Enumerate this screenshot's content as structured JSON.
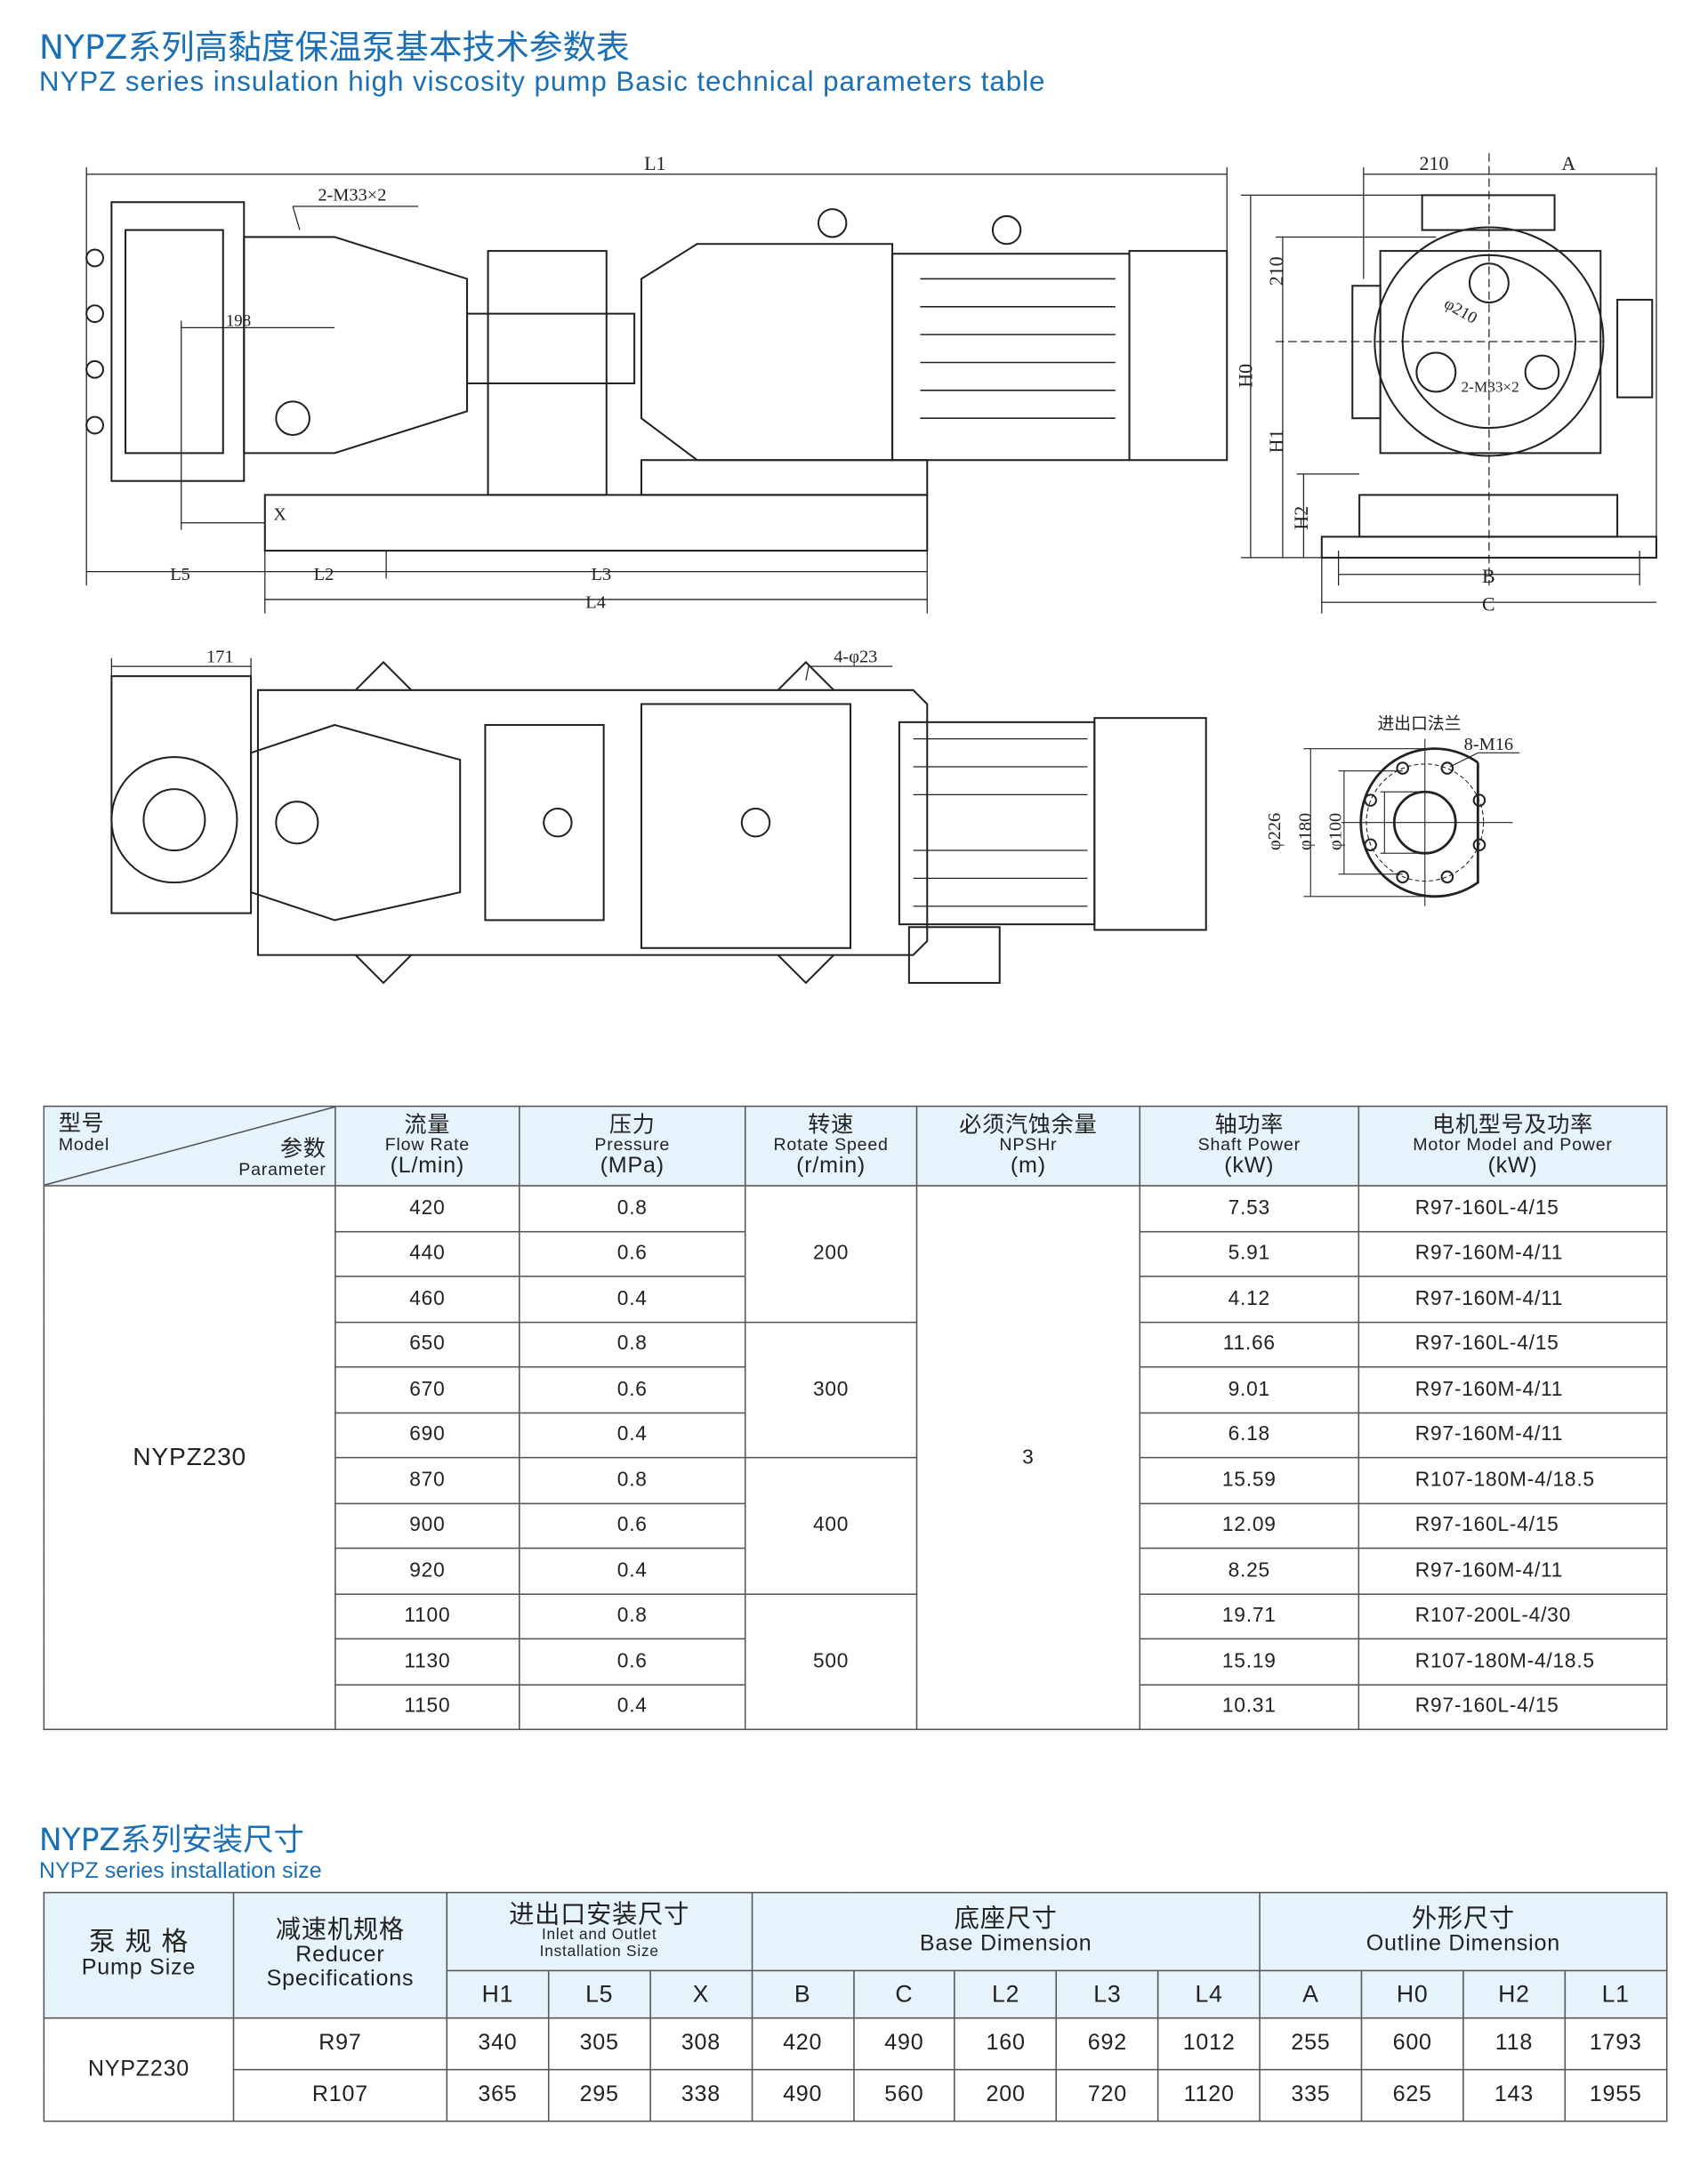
{
  "header": {
    "title_cn": "NYPZ系列高黏度保温泵基本技术参数表",
    "title_en": "NYPZ series insulation high viscosity pump Basic technical parameters table"
  },
  "drawing": {
    "side": {
      "L1": "L1",
      "thread": "2-M33×2",
      "d198": "198",
      "X": "X",
      "L5": "L5",
      "L2": "L2",
      "L3": "L3",
      "L4": "L4"
    },
    "front": {
      "d210a": "210",
      "A": "A",
      "d210b": "210",
      "H0": "H0",
      "H1": "H1",
      "H2": "H2",
      "phi210": "φ210",
      "thread": "2-M33×2",
      "B": "B",
      "C": "C"
    },
    "top": {
      "d171": "171",
      "holes": "4-φ23"
    },
    "flange": {
      "title": "进出口法兰",
      "bolts": "8-M16",
      "phi226": "φ226",
      "phi180": "φ180",
      "phi100": "φ100"
    }
  },
  "params_table": {
    "headers": {
      "model_cn": "型号",
      "model_en": "Model",
      "param_cn": "参数",
      "param_en": "Parameter",
      "flow_cn": "流量",
      "flow_en": "Flow Rate",
      "flow_u": "(L/min)",
      "press_cn": "压力",
      "press_en": "Pressure",
      "press_u": "(MPa)",
      "speed_cn": "转速",
      "speed_en": "Rotate Speed",
      "speed_u": "(r/min)",
      "npsh_cn": "必须汽蚀余量",
      "npsh_en": "NPSHr",
      "npsh_u": "(m)",
      "shaft_cn": "轴功率",
      "shaft_en": "Shaft Power",
      "shaft_u": "(kW)",
      "motor_cn": "电机型号及功率",
      "motor_en": "Motor  Model and Power",
      "motor_u": "(kW)"
    },
    "model": "NYPZ230",
    "npshr": "3",
    "speeds": [
      "200",
      "300",
      "400",
      "500"
    ],
    "rows": [
      {
        "flow": "420",
        "pressure": "0.8",
        "shaft": "7.53",
        "motor": "R97-160L-4/15"
      },
      {
        "flow": "440",
        "pressure": "0.6",
        "shaft": "5.91",
        "motor": "R97-160M-4/11"
      },
      {
        "flow": "460",
        "pressure": "0.4",
        "shaft": "4.12",
        "motor": "R97-160M-4/11"
      },
      {
        "flow": "650",
        "pressure": "0.8",
        "shaft": "11.66",
        "motor": "R97-160L-4/15"
      },
      {
        "flow": "670",
        "pressure": "0.6",
        "shaft": "9.01",
        "motor": "R97-160M-4/11"
      },
      {
        "flow": "690",
        "pressure": "0.4",
        "shaft": "6.18",
        "motor": "R97-160M-4/11"
      },
      {
        "flow": "870",
        "pressure": "0.8",
        "shaft": "15.59",
        "motor": "R107-180M-4/18.5"
      },
      {
        "flow": "900",
        "pressure": "0.6",
        "shaft": "12.09",
        "motor": "R97-160L-4/15"
      },
      {
        "flow": "920",
        "pressure": "0.4",
        "shaft": "8.25",
        "motor": "R97-160M-4/11"
      },
      {
        "flow": "1100",
        "pressure": "0.8",
        "shaft": "19.71",
        "motor": "R107-200L-4/30"
      },
      {
        "flow": "1130",
        "pressure": "0.6",
        "shaft": "15.19",
        "motor": "R107-180M-4/18.5"
      },
      {
        "flow": "1150",
        "pressure": "0.4",
        "shaft": "10.31",
        "motor": "R97-160L-4/15"
      }
    ]
  },
  "install": {
    "title_cn": "NYPZ系列安装尺寸",
    "title_en": "NYPZ series installation size",
    "headers": {
      "pump_cn": "泵 规 格",
      "pump_en": "Pump  Size",
      "reducer_cn": "减速机规格",
      "reducer_en1": "Reducer",
      "reducer_en2": "Specifications",
      "inlet_cn": "进出口安装尺寸",
      "inlet_en1": "Inlet and Outlet",
      "inlet_en2": "Installation Size",
      "base_cn": "底座尺寸",
      "base_en": "Base  Dimension",
      "outline_cn": "外形尺寸",
      "outline_en": "Outline Dimension",
      "cols": [
        "H1",
        "L5",
        "X",
        "B",
        "C",
        "L2",
        "L3",
        "L4",
        "A",
        "H0",
        "H2",
        "L1"
      ]
    },
    "pump": "NYPZ230",
    "rows": [
      {
        "reducer": "R97",
        "values": [
          "340",
          "305",
          "308",
          "420",
          "490",
          "160",
          "692",
          "1012",
          "255",
          "600",
          "118",
          "1793"
        ]
      },
      {
        "reducer": "R107",
        "values": [
          "365",
          "295",
          "338",
          "490",
          "560",
          "200",
          "720",
          "1120",
          "335",
          "625",
          "143",
          "1955"
        ]
      }
    ]
  }
}
